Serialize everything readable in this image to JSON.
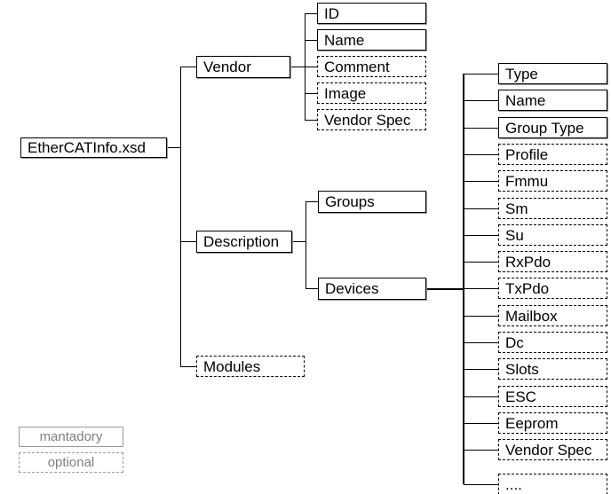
{
  "diagram": {
    "title": "EtherCATInfo.xsd schema tree",
    "root": {
      "label": "EtherCATInfo.xsd",
      "kind": "mandatory"
    },
    "level1": [
      {
        "label": "Vendor",
        "kind": "mandatory"
      },
      {
        "label": "Description",
        "kind": "mandatory"
      },
      {
        "label": "Modules",
        "kind": "optional"
      }
    ],
    "vendor_children": [
      {
        "label": "ID",
        "kind": "mandatory"
      },
      {
        "label": "Name",
        "kind": "mandatory"
      },
      {
        "label": "Comment",
        "kind": "optional"
      },
      {
        "label": "Image",
        "kind": "optional"
      },
      {
        "label": "Vendor Spec",
        "kind": "optional"
      }
    ],
    "description_children": [
      {
        "label": "Groups",
        "kind": "mandatory"
      },
      {
        "label": "Devices",
        "kind": "mandatory"
      }
    ],
    "devices_children": [
      {
        "label": "Type",
        "kind": "mandatory"
      },
      {
        "label": "Name",
        "kind": "mandatory"
      },
      {
        "label": "Group Type",
        "kind": "mandatory"
      },
      {
        "label": "Profile",
        "kind": "optional"
      },
      {
        "label": "Fmmu",
        "kind": "optional"
      },
      {
        "label": "Sm",
        "kind": "optional"
      },
      {
        "label": "Su",
        "kind": "optional"
      },
      {
        "label": "RxPdo",
        "kind": "optional"
      },
      {
        "label": "TxPdo",
        "kind": "optional"
      },
      {
        "label": "Mailbox",
        "kind": "optional"
      },
      {
        "label": "Dc",
        "kind": "optional"
      },
      {
        "label": "Slots",
        "kind": "optional"
      },
      {
        "label": "ESC",
        "kind": "optional"
      },
      {
        "label": "Eeprom",
        "kind": "optional"
      },
      {
        "label": "Vendor Spec",
        "kind": "optional"
      },
      {
        "label": "....",
        "kind": "optional"
      }
    ],
    "legend": [
      {
        "label": "mantadory",
        "kind": "mandatory"
      },
      {
        "label": "optional",
        "kind": "optional"
      }
    ],
    "colors": {
      "line": "#000000",
      "box_border": "#000000",
      "box_shadow": "#9a9a9a",
      "text": "#000000",
      "legend_text": "#808080",
      "legend_border": "#9a9a9a",
      "background": "#ffffff"
    }
  }
}
